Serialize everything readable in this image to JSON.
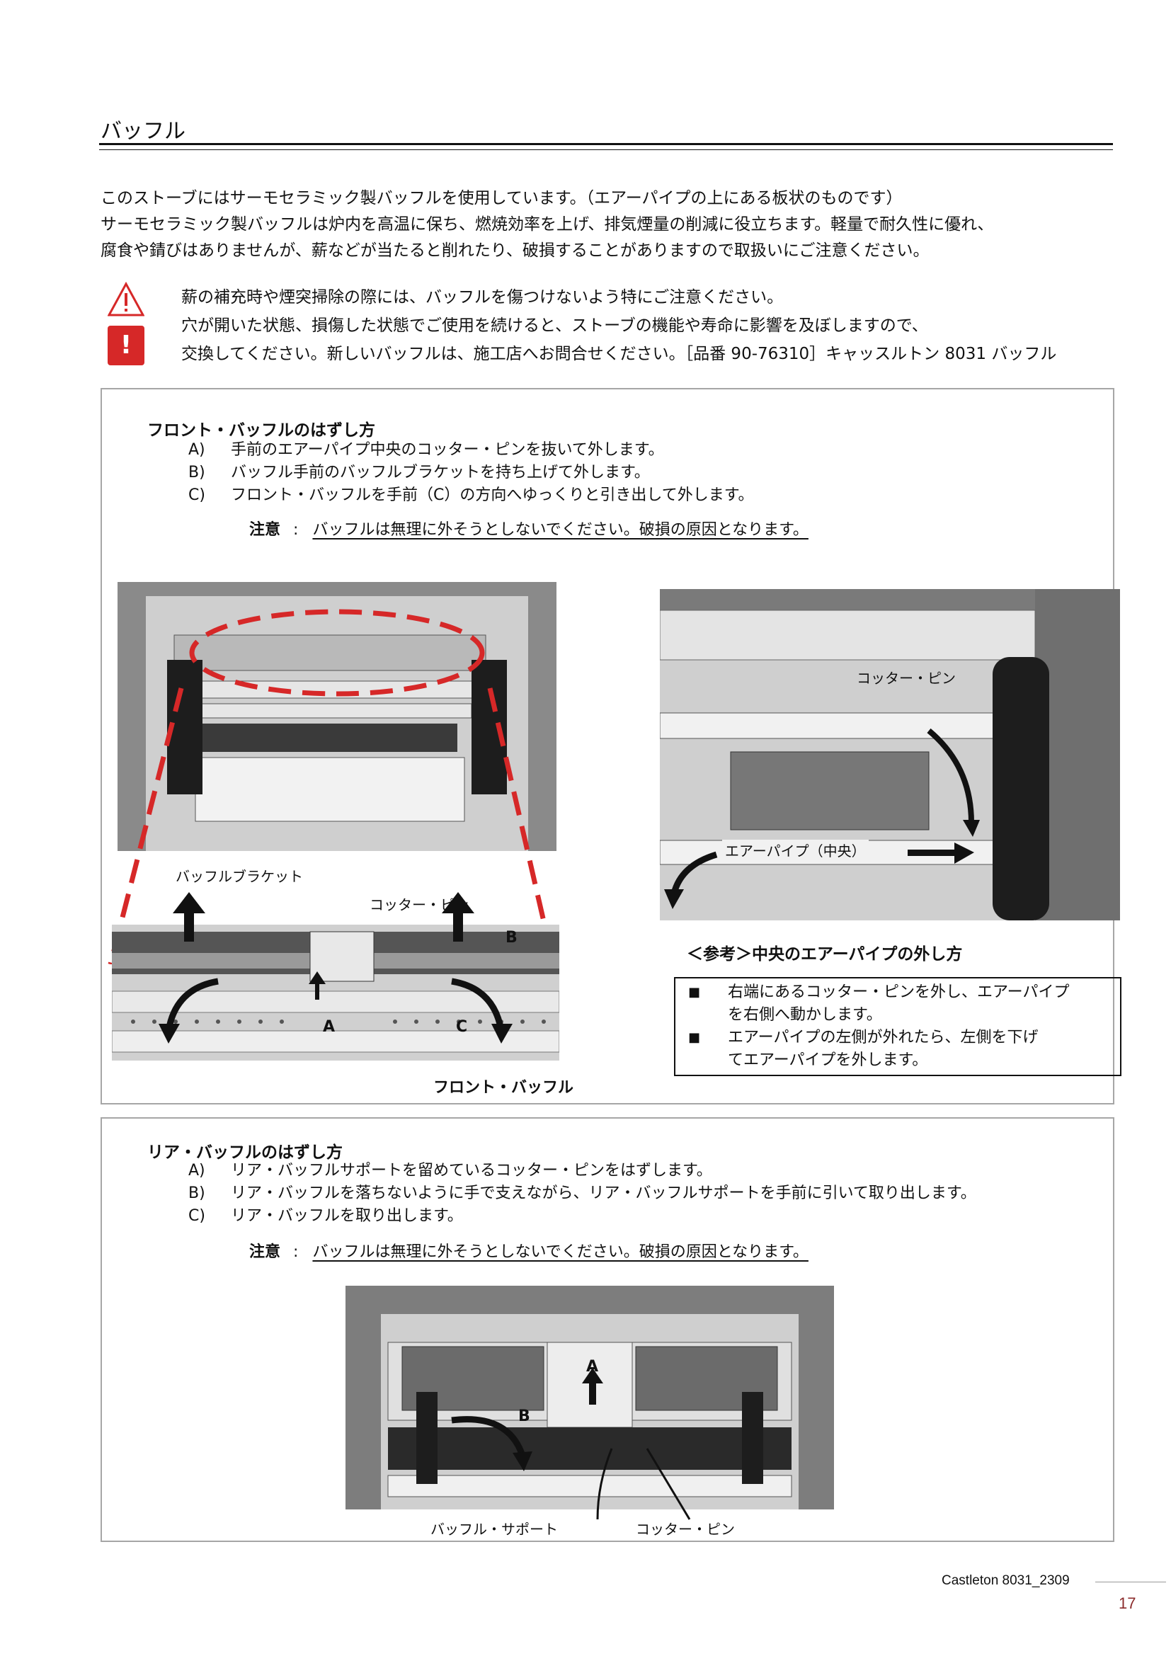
{
  "page": {
    "title": "バッフル",
    "intro": [
      "このストーブにはサーモセラミック製バッフルを使用しています。（エアーパイプの上にある板状のものです）",
      "サーモセラミック製バッフルは炉内を高温に保ち、燃焼効率を上げ、排気煙量の削減に役立ちます。軽量で耐久性に優れ、",
      "腐食や錆びはありませんが、薪などが当たると削れたり、破損することがありますので取扱いにご注意ください。"
    ],
    "warning": [
      "薪の補充時や煙突掃除の際には、バッフルを傷つけないよう特にご注意ください。",
      "穴が開いた状態、損傷した状態でご使用を続けると、ストーブの機能や寿命に影響を及ぼしますので、",
      "交換してください。新しいバッフルは、施工店へお問合せください。［品番 90-76310］キャッスルトン 8031 バッフル"
    ],
    "warning_icon_mark": "!",
    "accent_color": "#d62828"
  },
  "front": {
    "title": "フロント・バッフルのはずし方",
    "steps": [
      {
        "label": "A)",
        "text": "手前のエアーパイプ中央のコッター・ピンを抜いて外します。"
      },
      {
        "label": "B)",
        "text": "バッフル手前のバッフルブラケットを持ち上げて外します。"
      },
      {
        "label": "C)",
        "text": "フロント・バッフルを手前（C）の方向へゆっくりと引き出して外します。"
      }
    ],
    "note_label": "注意",
    "note_sep": ":",
    "note_text": "バッフルは無理に外そうとしないでください。破損の原因となります。",
    "cap_bracket": "バッフルブラケット",
    "cap_pin": "コッター・ピン",
    "cap_front_baffle": "フロント・バッフル",
    "letter_a": "A",
    "letter_b": "B",
    "letter_c": "C",
    "right_cap_pin": "コッター・ピン",
    "right_cap_pipe": "エアーパイプ（中央）",
    "ref_title": "＜参考＞中央のエアーパイプの外し方",
    "ref_items": [
      [
        "右端にあるコッター・ピンを外し、エアーパイプ",
        "を右側へ動かします。"
      ],
      [
        "エアーパイプの左側が外れたら、左側を下げ",
        "てエアーパイプを外します。"
      ]
    ],
    "ref_bullet": "■"
  },
  "rear": {
    "title": "リア・バッフルのはずし方",
    "steps": [
      {
        "label": "A)",
        "text": "リア・バッフルサポートを留めているコッター・ピンをはずします。"
      },
      {
        "label": "B)",
        "text": "リア・バッフルを落ちないように手で支えながら、リア・バッフルサポートを手前に引いて取り出します。"
      },
      {
        "label": "C)",
        "text": "リア・バッフルを取り出します。"
      }
    ],
    "note_label": "注意",
    "note_sep": ":",
    "note_text": "バッフルは無理に外そうとしないでください。破損の原因となります。",
    "cap_support": "バッフル・サポート",
    "cap_pin": "コッター・ピン",
    "letter_a": "A",
    "letter_b": "B"
  },
  "footer": {
    "doc": "Castleton  8031_2309",
    "page": "17"
  }
}
